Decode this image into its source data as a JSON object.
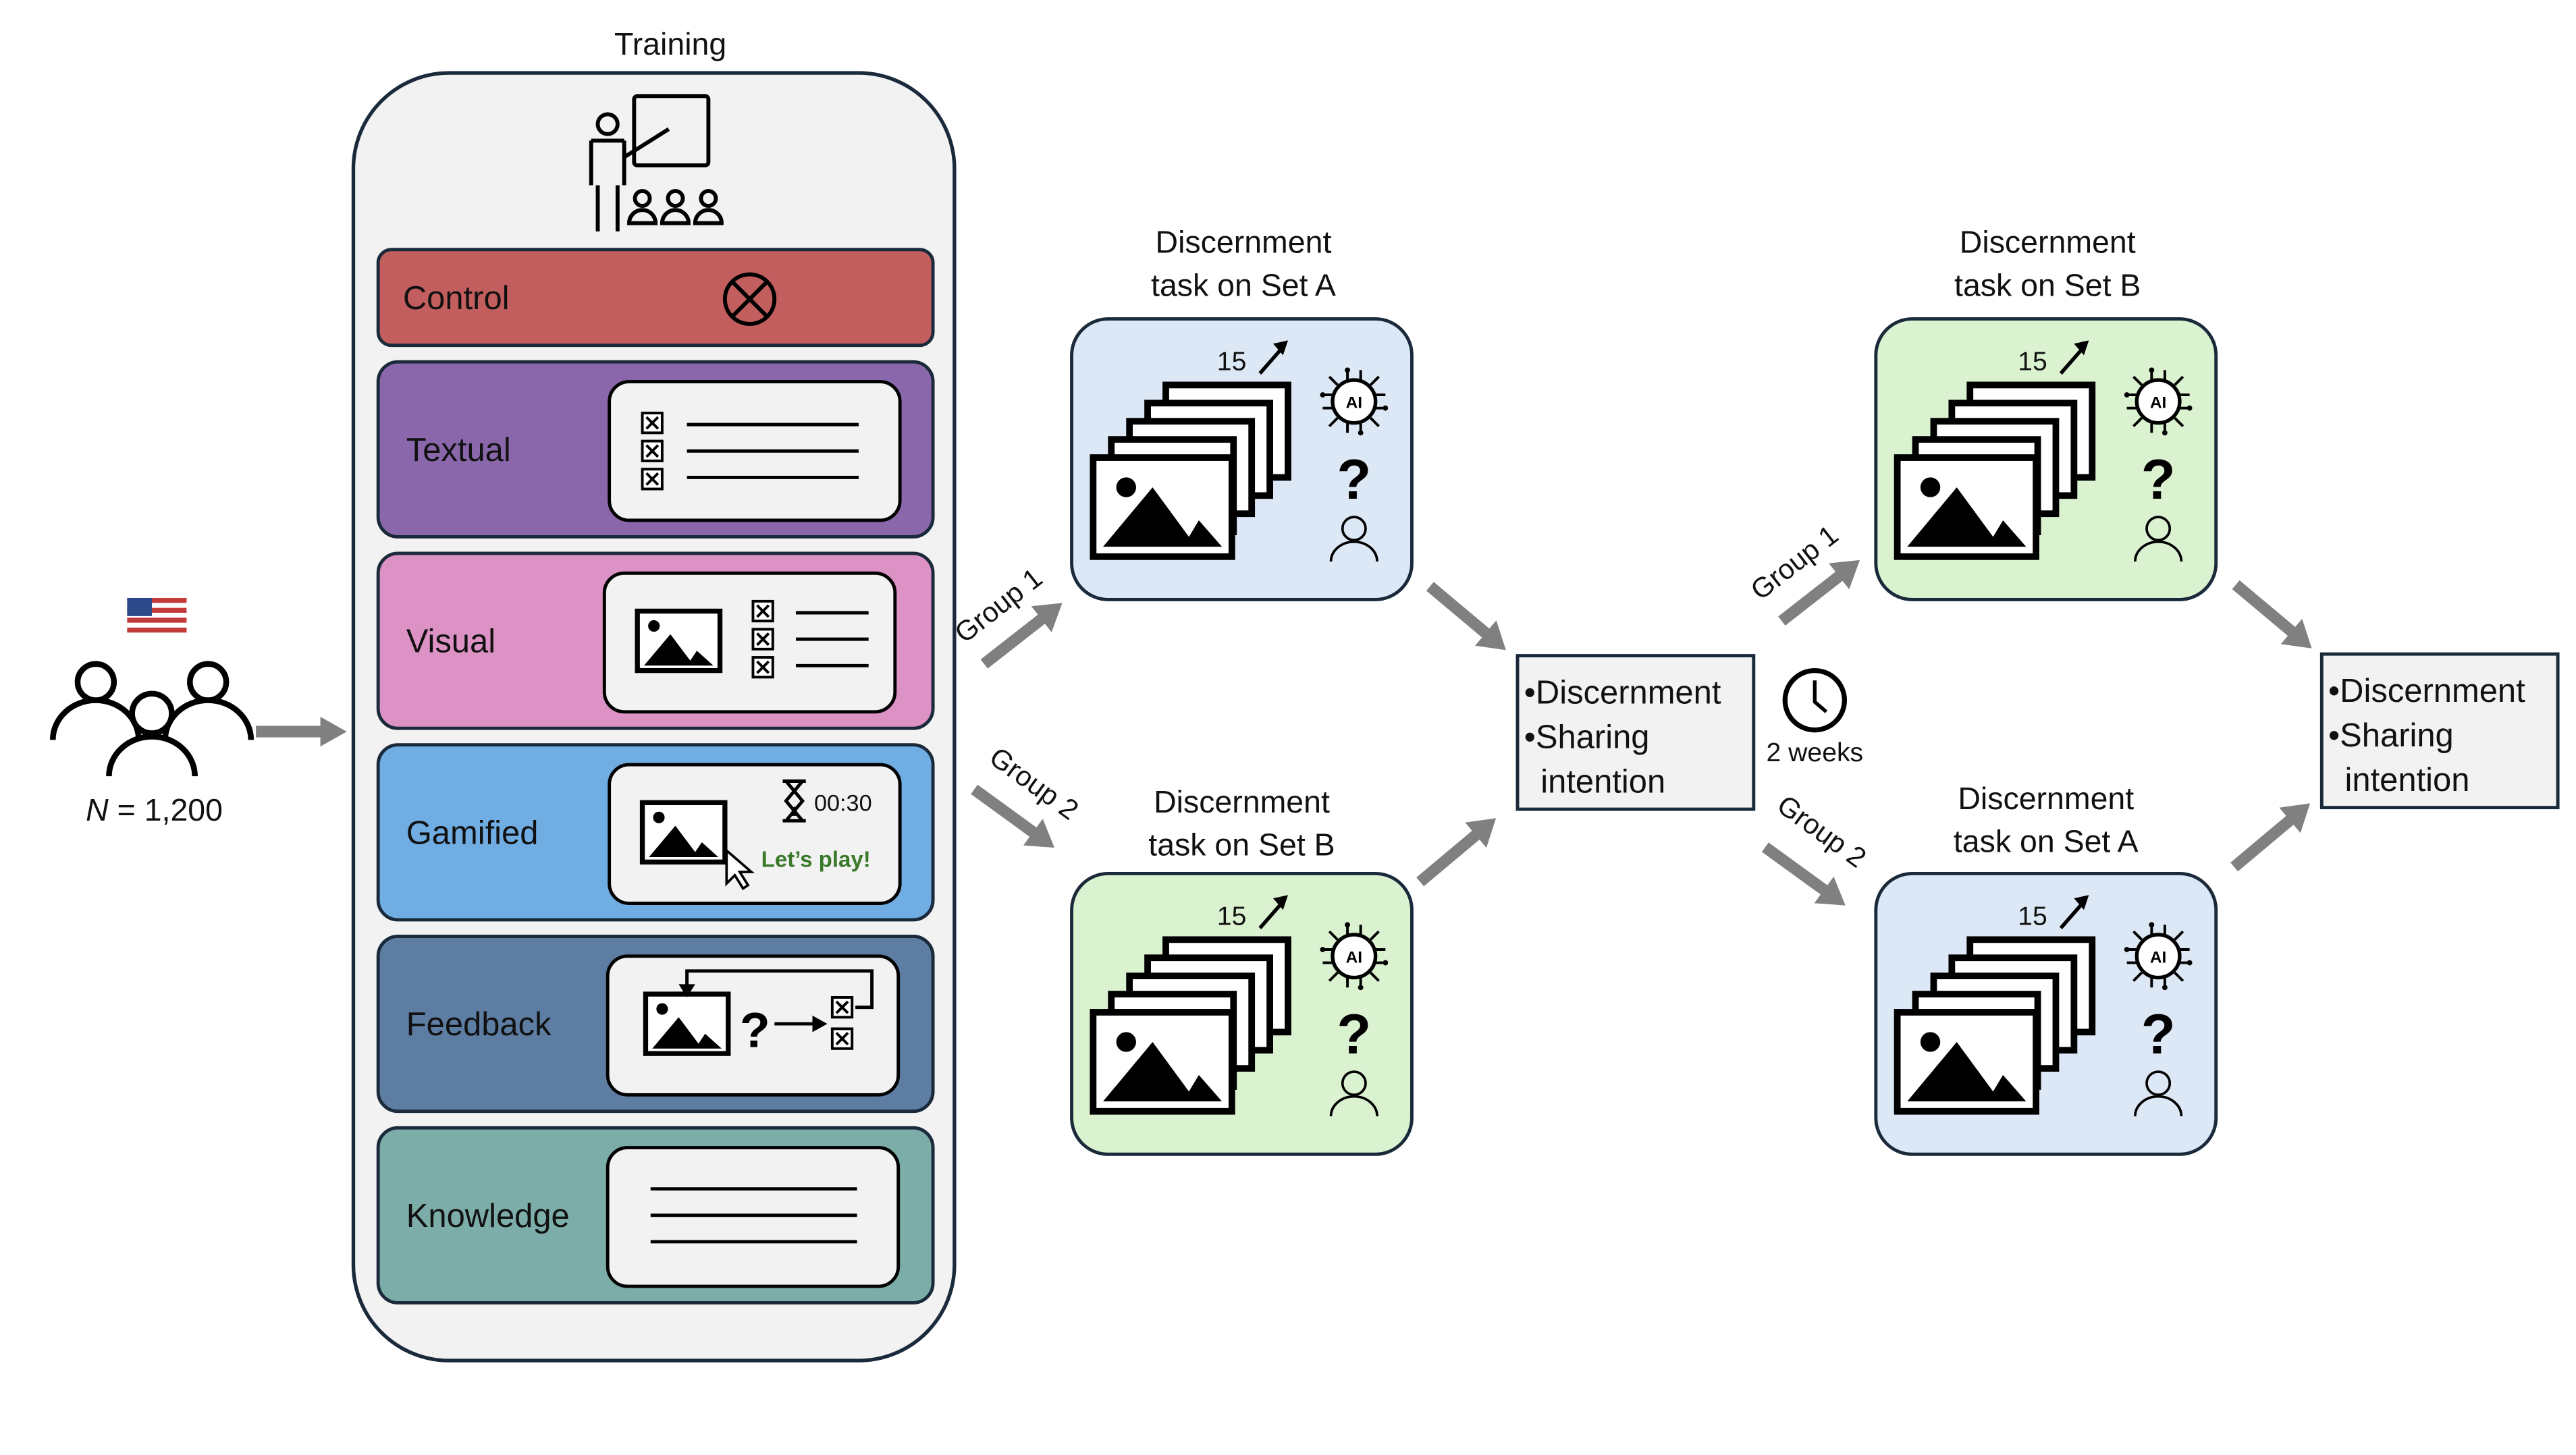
{
  "participants": {
    "n_label": "N",
    "n_value": " = 1,200",
    "flag": "us-flag-icon"
  },
  "training": {
    "title": "Training",
    "conditions": [
      {
        "label": "Control",
        "color": "#c25e5e"
      },
      {
        "label": "Textual",
        "color": "#8a67ab"
      },
      {
        "label": "Visual",
        "color": "#dc92c4"
      },
      {
        "label": "Gamified",
        "color": "#6fade3",
        "timer": "00:30",
        "play": "Let’s play!"
      },
      {
        "label": "Feedback",
        "color": "#5d7da3"
      },
      {
        "label": "Knowledge",
        "color": "#7dada8"
      }
    ]
  },
  "groups": {
    "group1": "Group 1",
    "group2": "Group 2"
  },
  "task_a1": {
    "title1": "Discernment",
    "title2": "task on Set A",
    "count": "15"
  },
  "task_b1": {
    "title1": "Discernment",
    "title2": "task on Set B",
    "count": "15"
  },
  "task_b2": {
    "title1": "Discernment",
    "title2": "task on Set B",
    "count": "15"
  },
  "task_a2": {
    "title1": "Discernment",
    "title2": "task on Set A",
    "count": "15"
  },
  "outcome": {
    "line1": "•Discernment",
    "line2": "•Sharing",
    "line3": "intention"
  },
  "delay": {
    "label": "2 weeks"
  },
  "ai_badge": "AI",
  "colors": {
    "set_a": "#dce8f5",
    "set_b": "#daf2d0",
    "arrow": "#808080",
    "panel": "#f2f2f2"
  }
}
